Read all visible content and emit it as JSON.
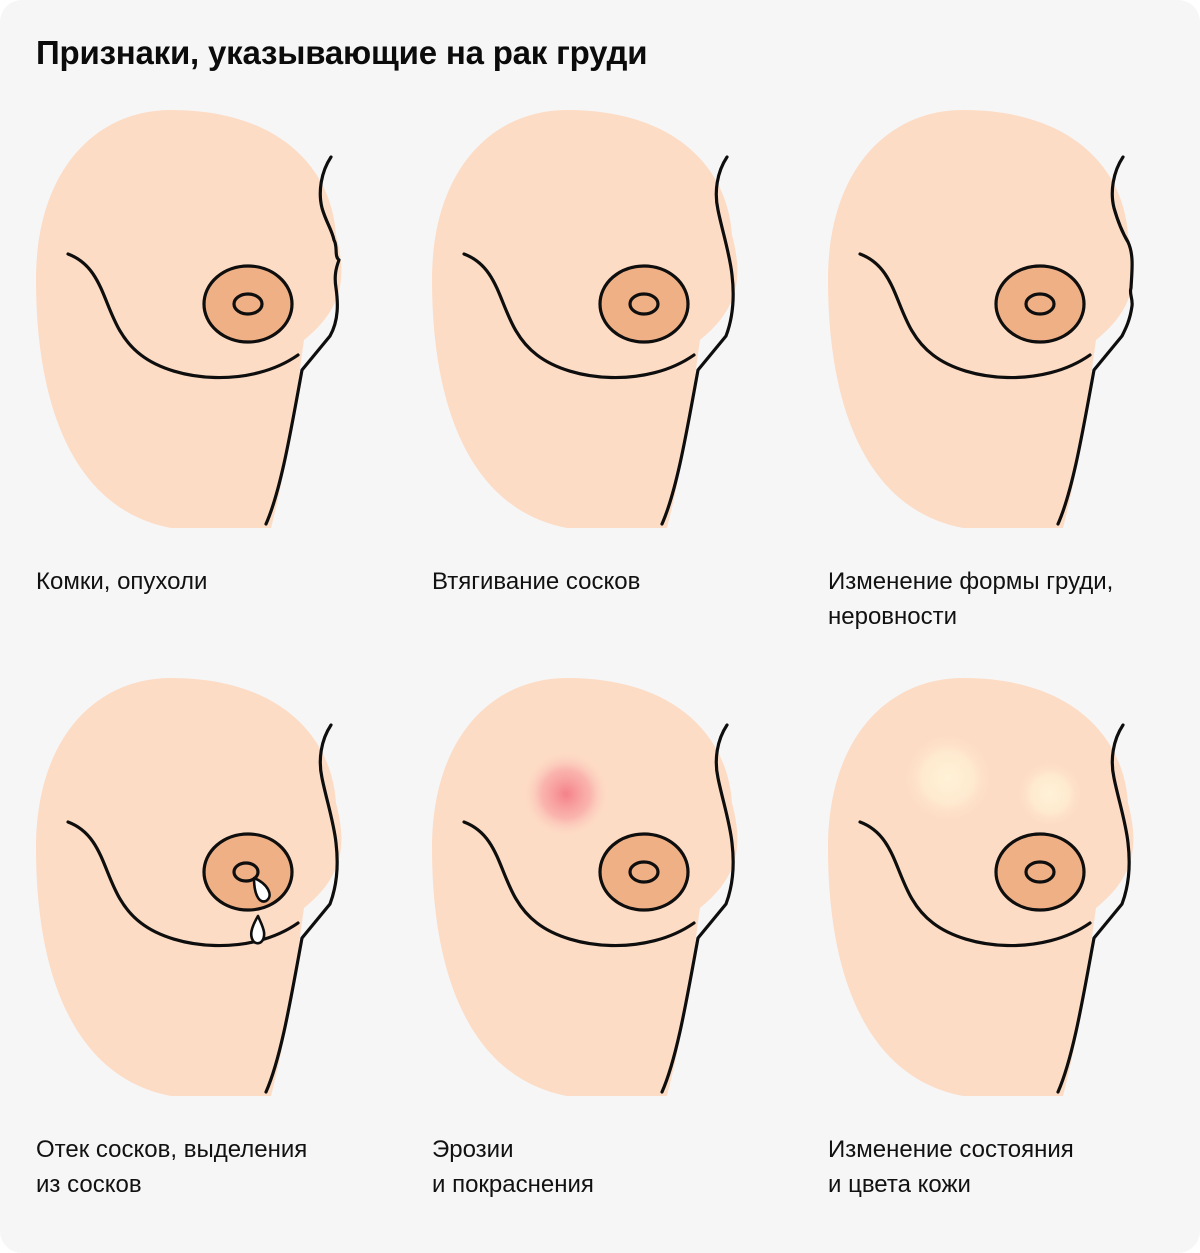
{
  "title": "Признаки, указывающие на рак груди",
  "colors": {
    "background": "#f6f6f7",
    "skin": "#fddcc5",
    "areola": "#f0b086",
    "outline": "#0e0e0e",
    "redness": "#f47c86",
    "discoloration": "#fff2d6"
  },
  "items": [
    {
      "label": "Комки, опухоли",
      "variant": "lumps"
    },
    {
      "label": "Втягивание сосков",
      "variant": "retraction"
    },
    {
      "label": "Изменение формы груди,\nнеровности",
      "variant": "shape-change"
    },
    {
      "label": "Отек сосков, выделения\nиз сосков",
      "variant": "discharge"
    },
    {
      "label": "Эрозии\nи покраснения",
      "variant": "redness"
    },
    {
      "label": "Изменение состояния\nи цвета кожи",
      "variant": "skin-color"
    }
  ]
}
